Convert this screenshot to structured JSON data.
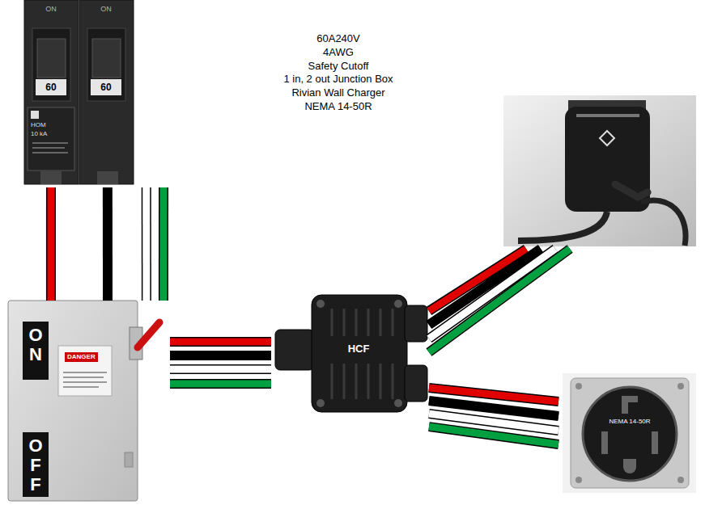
{
  "diagram": {
    "nodes": [
      {
        "text": [
          "ON",
          "ON",
          "60",
          "60",
          "HOM",
          "10 kA"
        ]
      },
      {
        "text": [
          "ON",
          "OFF",
          "DANGER"
        ]
      },
      {
        "text": [
          "HCF"
        ]
      },
      {
        "text": []
      },
      {
        "text": [
          "NEMA 14-50R"
        ]
      }
    ],
    "edges": [
      {
        "from": 0,
        "to": 1,
        "arrow": "none"
      },
      {
        "from": 1,
        "to": 2,
        "arrow": "none"
      },
      {
        "from": 2,
        "to": 3,
        "arrow": "none"
      },
      {
        "from": 2,
        "to": 4,
        "arrow": "none"
      }
    ],
    "labels": [
      "60A240V",
      "4AWG",
      "Safety Cutoff",
      "1 in, 2 out Junction Box",
      "Rivian Wall Charger",
      "NEMA 14-50R"
    ]
  }
}
